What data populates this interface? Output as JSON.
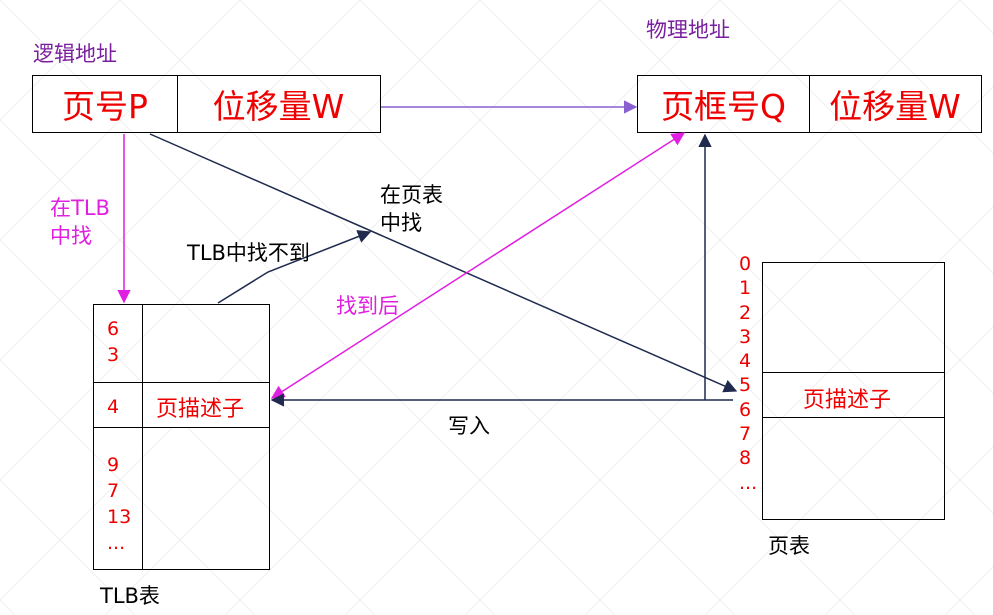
{
  "logical_address": {
    "label": "逻辑地址",
    "page_number": "页号P",
    "offset": "位移量W"
  },
  "physical_address": {
    "label": "物理地址",
    "frame_number": "页框号Q",
    "offset": "位移量W"
  },
  "tlb": {
    "title": "TLB表",
    "top_numbers": [
      "6",
      "3"
    ],
    "hit_number": "4",
    "hit_descriptor": "页描述子",
    "bottom_numbers": [
      "9",
      "7",
      "13",
      "..."
    ]
  },
  "page_table": {
    "title": "页表",
    "row_numbers": [
      "0",
      "1",
      "2",
      "3",
      "4",
      "5",
      "6",
      "7",
      "8",
      "..."
    ],
    "descriptor": "页描述子"
  },
  "labels": {
    "search_tlb": [
      "在TLB",
      "中找"
    ],
    "tlb_miss": "TLB中找不到",
    "search_page_table": [
      "在页表",
      "中找"
    ],
    "found": "找到后",
    "write_in": "写入"
  },
  "colors": {
    "red_text": "#ee0000",
    "purple_label": "#7a1f9e",
    "magenta_arrow": "#e020e0",
    "navy_arrow": "#1f2a4e",
    "violet_arrow": "#8a5fd0"
  }
}
